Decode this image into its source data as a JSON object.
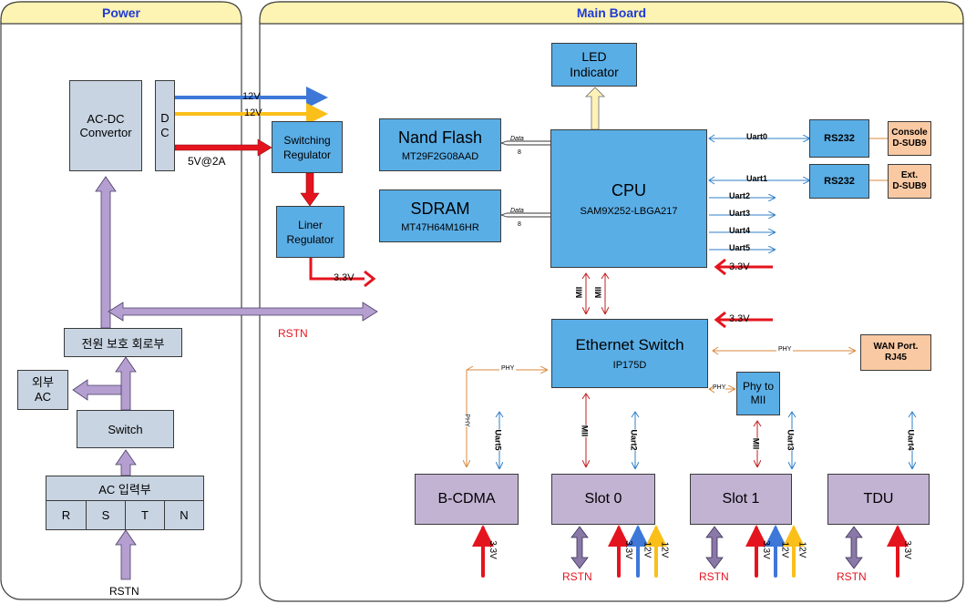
{
  "panels": {
    "power": "Power",
    "main": "Main Board"
  },
  "power_blocks": {
    "acdc": "AC-DC\nConvertor",
    "dc_d": "D",
    "dc_c": "C",
    "protect": "전원 보호 회로부",
    "external_ac": "외부\nAC",
    "switch": "Switch",
    "ac_input": "AC 입력부",
    "phases": [
      "R",
      "S",
      "T",
      "N"
    ]
  },
  "main_blocks": {
    "led": "LED\nIndicator",
    "nand_title": "Nand Flash",
    "nand_part": "MT29F2G08AAD",
    "sdram_title": "SDRAM",
    "sdram_part": "MT47H64M16HR",
    "switching_reg": "Switching\nRegulator",
    "liner_reg": "Liner\nRegulator",
    "cpu_title": "CPU",
    "cpu_part": "SAM9X252-LBGA217",
    "rs232_a": "RS232",
    "rs232_b": "RS232",
    "console": "Console\nD-SUB9",
    "ext": "Ext.\nD-SUB9",
    "eth_title": "Ethernet Switch",
    "eth_part": "IP175D",
    "wan": "WAN Port.\nRJ45",
    "phy_to_mii": "Phy to\nMII",
    "bcdma": "B-CDMA",
    "slot0": "Slot 0",
    "slot1": "Slot 1",
    "tdu": "TDU"
  },
  "labels": {
    "v12_a": "12V",
    "v12_b": "12V",
    "v5": "5V@2A",
    "v33_liner": "3.3V",
    "v33_cpu": "3.3V",
    "v33_eth": "3.3V",
    "rstn_main": "RSTN",
    "rstn_power": "RSTN",
    "data": "Data",
    "bus_width": "8",
    "uart0": "Uart0",
    "uart1": "Uart1",
    "uart2": "Uart2",
    "uart3": "Uart3",
    "uart4": "Uart4",
    "uart5": "Uart5",
    "mii": "MII",
    "phy": "PHY",
    "bottom_33": "3.3V",
    "bottom_12": "12V",
    "bottom_rstn": "RSTN"
  },
  "colors": {
    "panel_border": "#404040",
    "panel_title_bg": "#fdf3b2",
    "panel_title_text": "#1f3bd6",
    "blue_line": "#3d78d8",
    "yellow_line": "#fbbf1a",
    "red_line": "#e4141e",
    "purple_line": "#b49fd0",
    "orange_line": "#d98a3e"
  }
}
